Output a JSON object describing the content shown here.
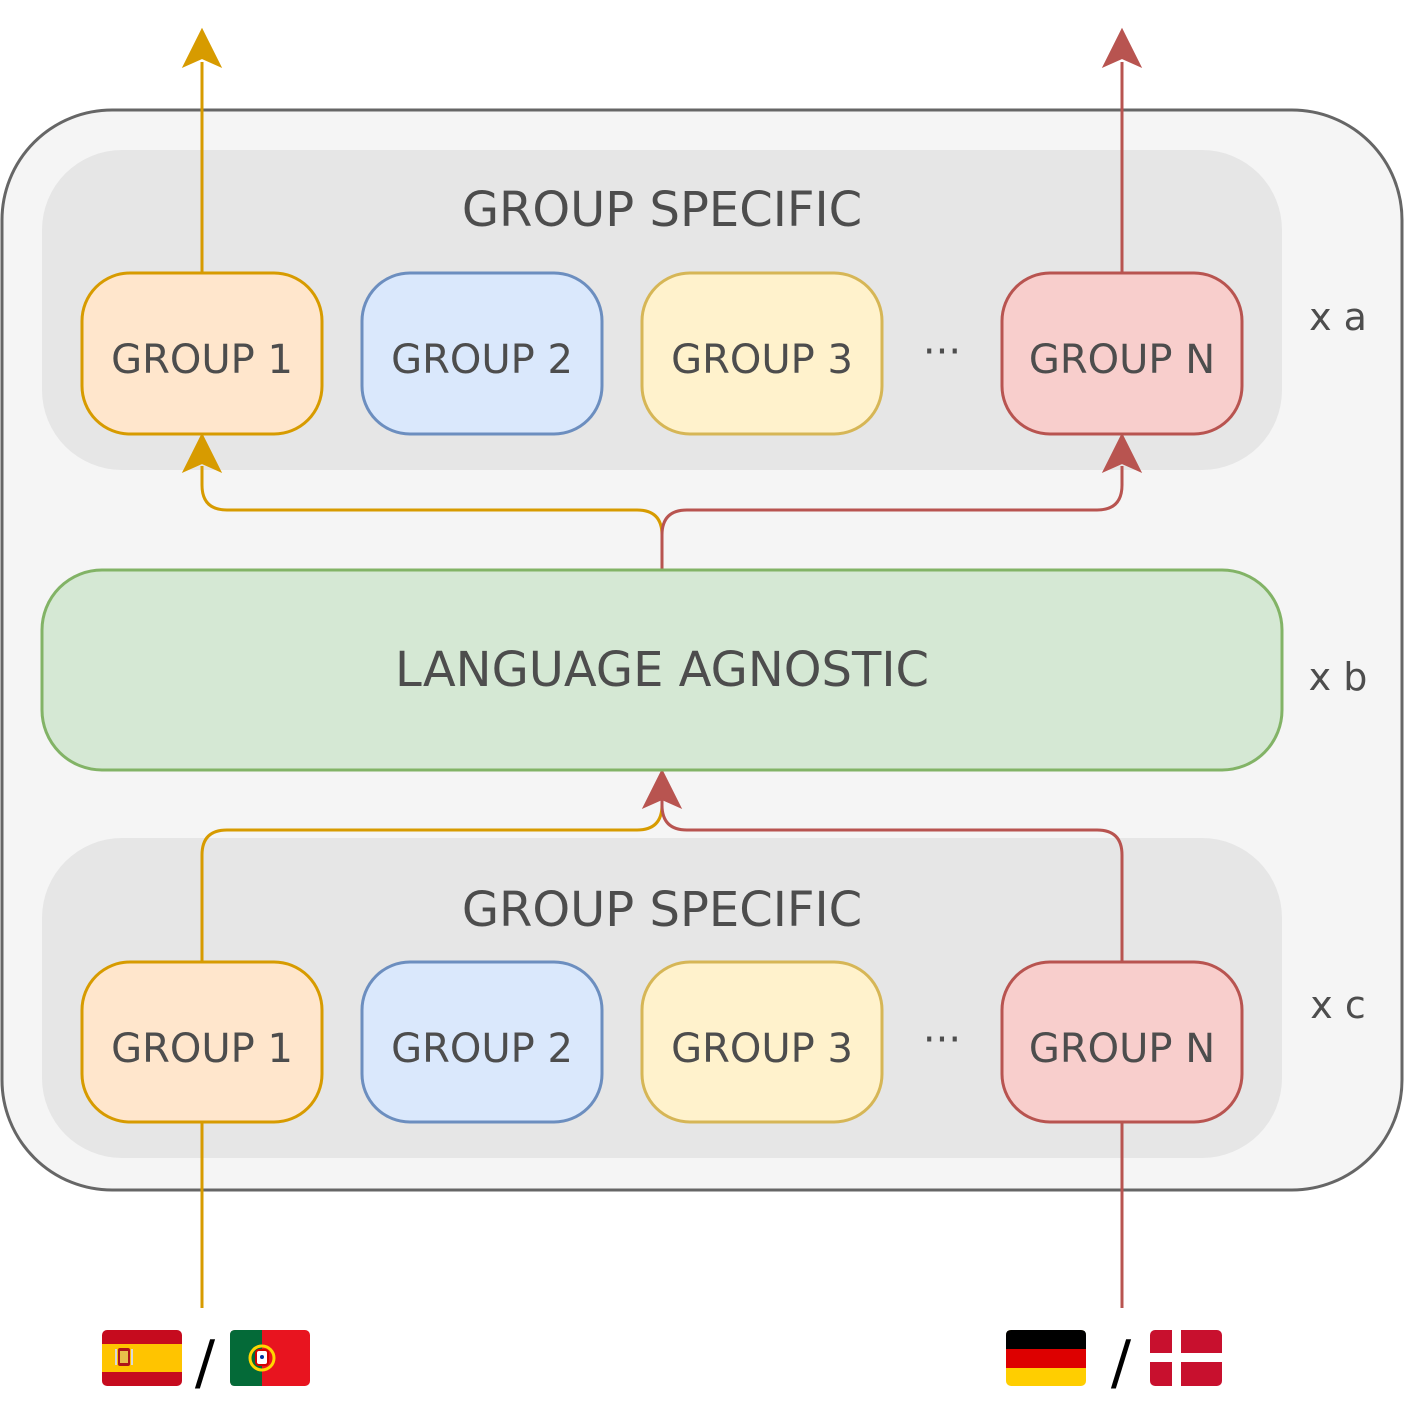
{
  "top_panel": {
    "title": "GROUP SPECIFIC",
    "groups": [
      "GROUP 1",
      "GROUP 2",
      "GROUP 3",
      "GROUP N"
    ],
    "ellipsis": "···",
    "multiplier": "x a"
  },
  "middle_block": {
    "title": "LANGUAGE AGNOSTIC",
    "multiplier": "x b"
  },
  "bottom_panel": {
    "title": "GROUP SPECIFIC",
    "groups": [
      "GROUP 1",
      "GROUP 2",
      "GROUP 3",
      "GROUP N"
    ],
    "ellipsis": "···",
    "multiplier": "x c"
  },
  "inputs": {
    "left": {
      "flag_a": "spain-flag",
      "separator": "/",
      "flag_b": "portugal-flag"
    },
    "right": {
      "flag_a": "germany-flag",
      "separator": "/",
      "flag_b": "denmark-flag"
    }
  },
  "colors": {
    "orange_stroke": "#d79b00",
    "orange_fill": "#ffe6cc",
    "blue_stroke": "#6c8ebf",
    "blue_fill": "#dae8fc",
    "yellow_stroke": "#d6b656",
    "yellow_fill": "#fff2cc",
    "red_stroke": "#b85450",
    "red_fill": "#f8cecc",
    "green_stroke": "#82b366",
    "green_fill": "#d5e8d4"
  }
}
